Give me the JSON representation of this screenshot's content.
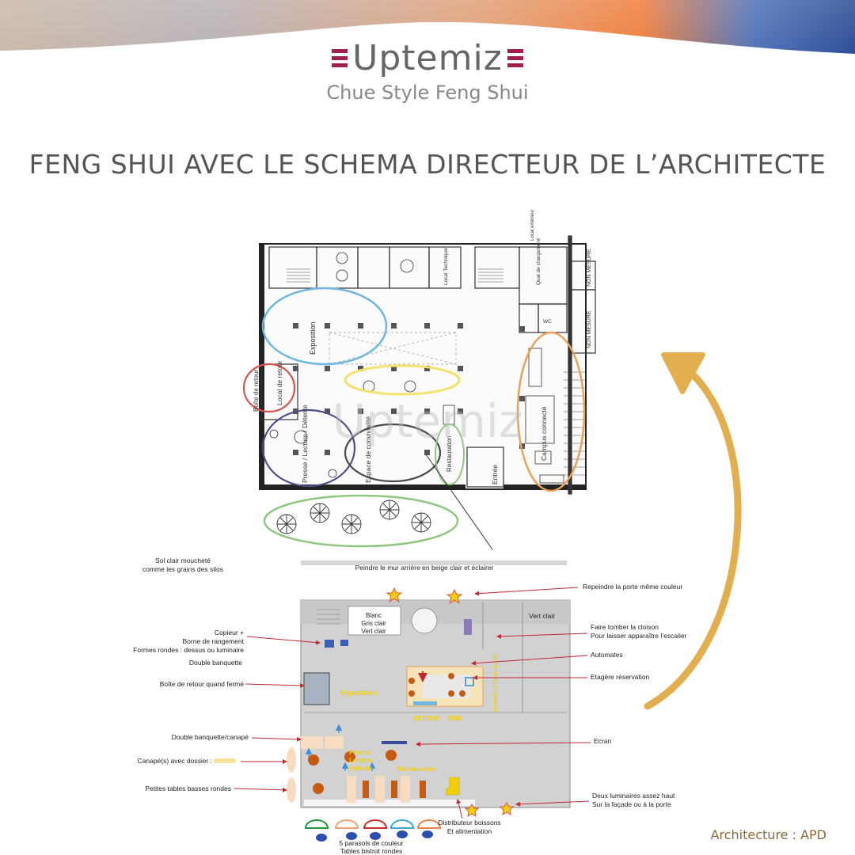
{
  "header": {
    "logo_text": "Uptemiz",
    "logo_subtitle": "Chue Style Feng Shui",
    "brand_color": "#a02048"
  },
  "title": "FENG SHUI AVEC LE SCHEMA DIRECTEUR DE L’ARCHITECTE",
  "watermark": "Uptemiz",
  "footer": {
    "caption": "Architecture : APD"
  },
  "top_plan": {
    "labels": {
      "exposition": "Exposition",
      "local_retour": "Local de retour",
      "boite_retour": "Boîte de retour",
      "presse": "Presse / Lecture / Détente",
      "espace": "Espace de convivialité",
      "restauration": "Restauration",
      "entree": "Entrée",
      "campus": "Campus connecté",
      "non_mesure_1": "NON MESURE",
      "non_mesure_2": "NON MESURE",
      "local_technique": "Local Technique",
      "wc": "WC",
      "quai": "Quai de chargement",
      "local_exterieur": "Local extérieur"
    }
  },
  "bottom_plan": {
    "top_note_left": "Sol clair moucheté\ncomme les grains des silos",
    "top_note_center": "Peindre le mur arrière en beige clair et éclairer",
    "colors_note": "Blanc\nGris clair\nVert clair",
    "vert_clair": "Vert clair",
    "zone_exposition": "Exposition",
    "zone_retour": "RETOUR",
    "zone_rdd": "RDD",
    "zone_accueil": "Accueil / ESCALATOR",
    "zone_presse": "Presse\nLecture\nDétente",
    "zone_restauration": "Restauration",
    "left_notes": [
      "Copieur +\nBorne de rangement\nFormes rondes  : dessus ou luminaire",
      "Double banquette",
      "Boîte de retour quand fermé",
      "Double banquette/canapé",
      "Canapé(s) avec dossier :",
      "Petites tables basses rondes"
    ],
    "right_notes": [
      "Repeindre la porte même couleur",
      "Faire tomber la cloison\nPour laisser apparaître l’escalier",
      "Automates",
      "Etagère réservation",
      "Ecran",
      "Deux luminaires assez haut\nSur la façade ou à la porte"
    ],
    "bottom_notes": [
      "Distributeur boissons\nEt alimentation",
      "5 parasols de couleur\nTables bistrot rondes"
    ]
  },
  "colors": {
    "arrow_gold": "#e3ae4e",
    "circle_blue": "#6fb7e0",
    "circle_red": "#d9534f",
    "circle_yellow": "#f2e36a",
    "circle_navy": "#4a4f8a",
    "circle_green": "#8ec77f",
    "circle_orange": "#e8a35a",
    "annotation_red": "#c0282d"
  }
}
